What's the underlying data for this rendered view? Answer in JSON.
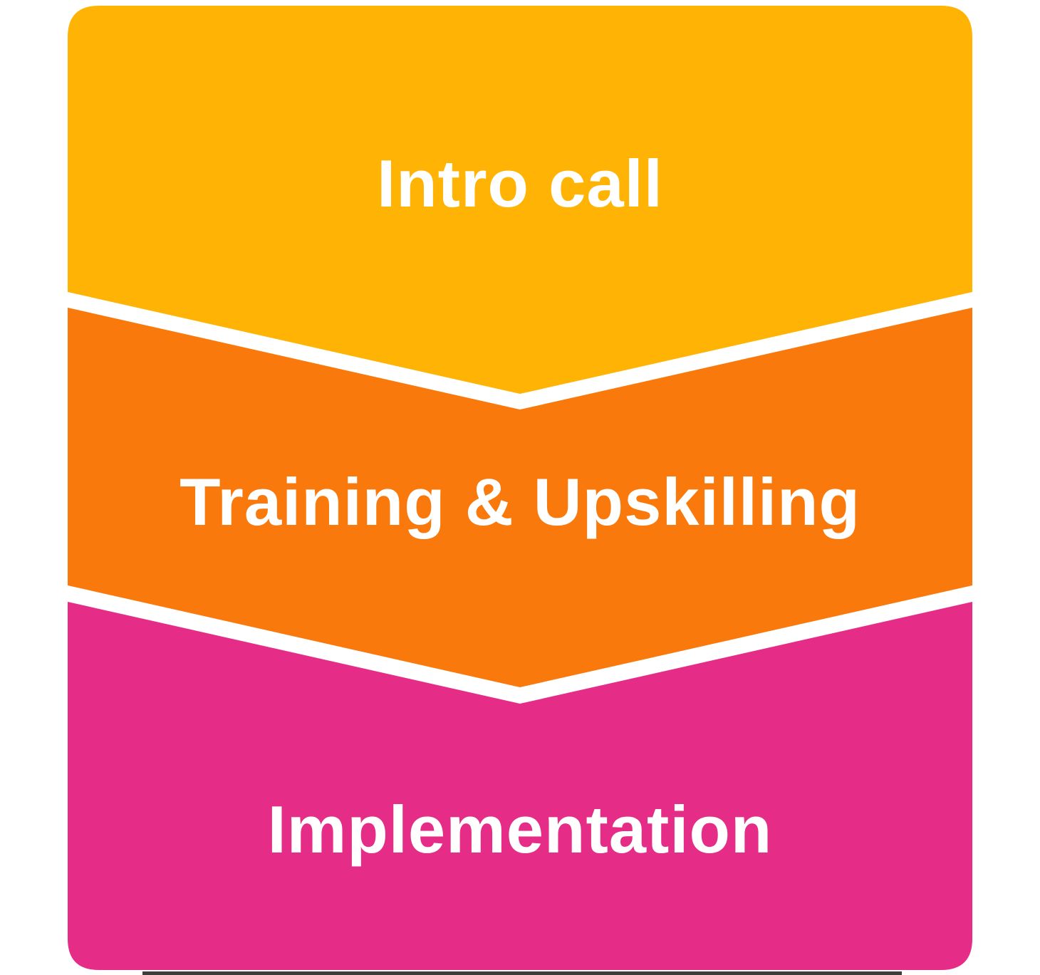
{
  "diagram": {
    "type": "chevron-funnel",
    "background_color": "#FFFFFF",
    "label_color": "#FFFFFF",
    "steps": [
      {
        "id": "intro-call",
        "label": "Intro call",
        "color": "#FFB405"
      },
      {
        "id": "training-upskilling",
        "label": "Training & Upskilling",
        "color": "#F9790D"
      },
      {
        "id": "implementation",
        "label": "Implementation",
        "color": "#E52C87"
      }
    ]
  }
}
